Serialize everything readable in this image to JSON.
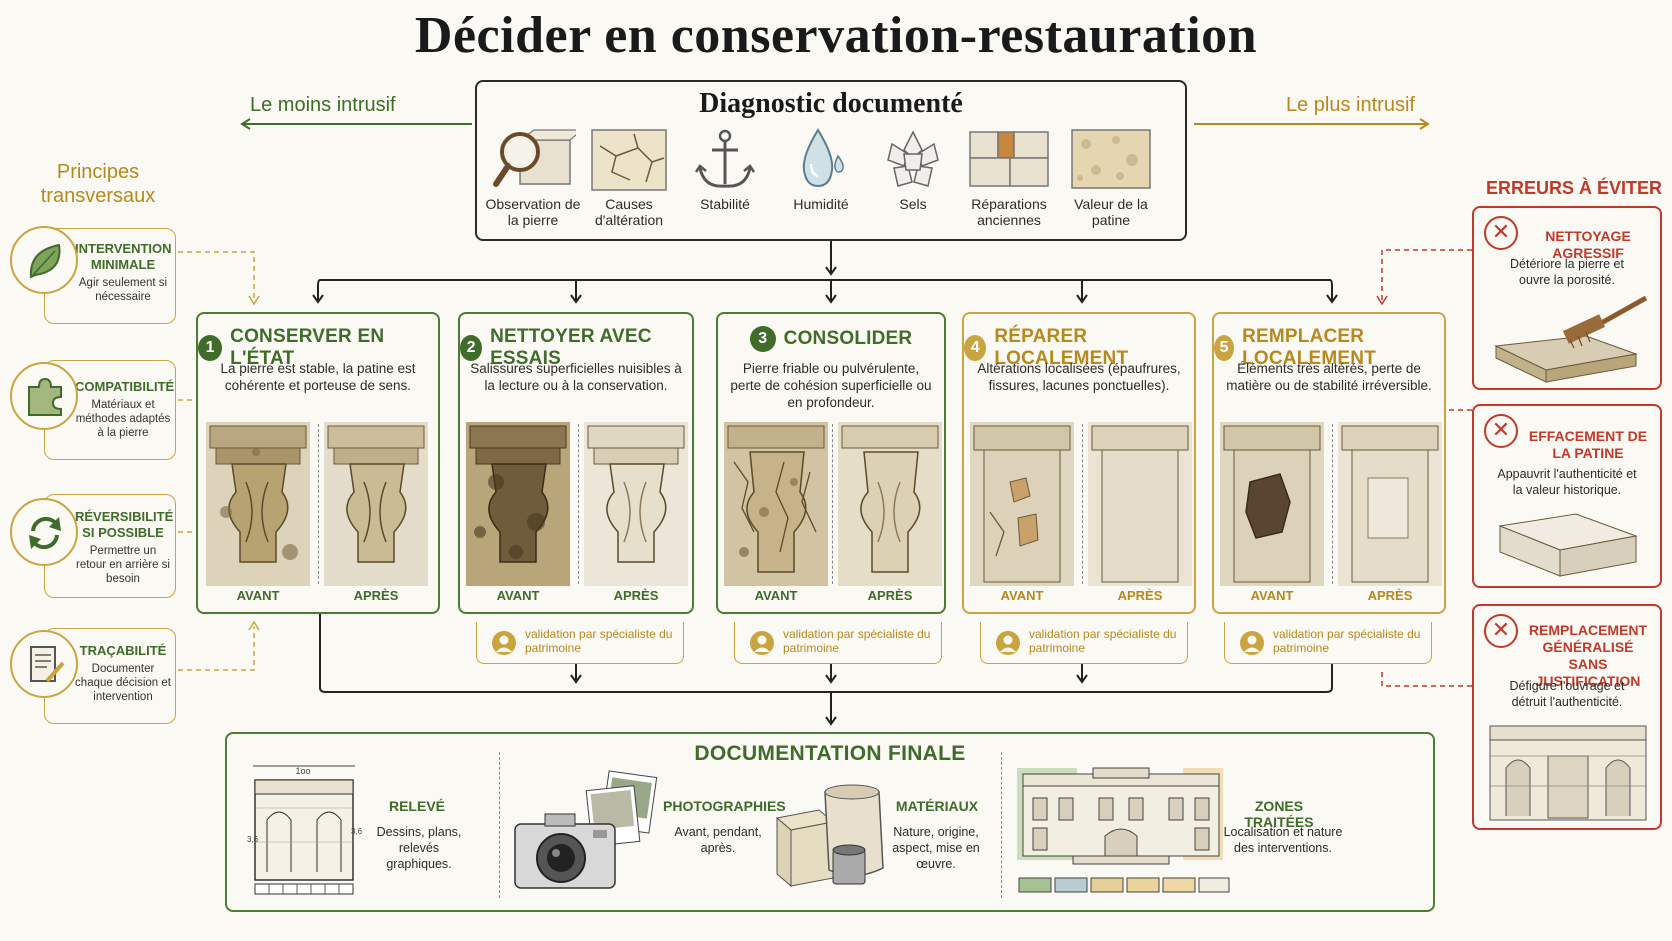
{
  "title": "Décider en conservation-restauration",
  "direction": {
    "left": "Le moins intrusif",
    "right": "Le plus intrusif"
  },
  "diagnostic": {
    "title": "Diagnostic documenté",
    "items": [
      {
        "icon": "magnifier-stone-icon",
        "label": "Observation de la pierre"
      },
      {
        "icon": "cracked-stone-icon",
        "label": "Causes d'altération"
      },
      {
        "icon": "anchor-icon",
        "label": "Stabilité"
      },
      {
        "icon": "water-drop-icon",
        "label": "Humidité"
      },
      {
        "icon": "salt-crystal-icon",
        "label": "Sels"
      },
      {
        "icon": "repaired-wall-icon",
        "label": "Réparations anciennes"
      },
      {
        "icon": "patina-stone-icon",
        "label": "Valeur de la patine"
      }
    ]
  },
  "principles": {
    "heading": "Principes transversaux",
    "items": [
      {
        "icon": "leaf-icon",
        "title": "INTERVENTION MINIMALE",
        "desc": "Agir seulement si nécessaire"
      },
      {
        "icon": "puzzle-icon",
        "title": "COMPATIBILITÉ",
        "desc": "Matériaux et méthodes adaptés à la pierre"
      },
      {
        "icon": "cycle-arrows-icon",
        "title": "RÉVERSIBILITÉ SI POSSIBLE",
        "desc": "Permettre un retour en arrière si besoin"
      },
      {
        "icon": "document-pen-icon",
        "title": "TRAÇABILITÉ",
        "desc": "Documenter chaque décision et intervention"
      }
    ]
  },
  "steps": [
    {
      "number": "1",
      "title": "CONSERVER EN L'ÉTAT",
      "desc": "La pierre est stable, la patine est cohérente et porteuse de sens.",
      "before": "AVANT",
      "after": "APRÈS"
    },
    {
      "number": "2",
      "title": "NETTOYER AVEC ESSAIS",
      "desc": "Salissures superficielles nuisibles à la lecture ou à la conservation.",
      "before": "AVANT",
      "after": "APRÈS"
    },
    {
      "number": "3",
      "title": "CONSOLIDER",
      "desc": "Pierre friable ou pulvérulente, perte de cohésion superficielle ou en profondeur.",
      "before": "AVANT",
      "after": "APRÈS"
    },
    {
      "number": "4",
      "title": "RÉPARER LOCALEMENT",
      "desc": "Altérations localisées (épaufrures, fissures, lacunes ponctuelles).",
      "before": "AVANT",
      "after": "APRÈS"
    },
    {
      "number": "5",
      "title": "REMPLACER LOCALEMENT",
      "desc": "Éléments très altérés, perte de matière ou de stabilité irréversible.",
      "before": "AVANT",
      "after": "APRÈS"
    }
  ],
  "validation": "validation par spécialiste du patrimoine",
  "errors": {
    "heading": "ERREURS À ÉVITER",
    "items": [
      {
        "title": "NETTOYAGE AGRESSIF",
        "desc": "Détériore la pierre et ouvre la porosité."
      },
      {
        "title": "EFFACEMENT DE LA PATINE",
        "desc": "Appauvrit l'authenticité et la valeur historique."
      },
      {
        "title": "REMPLACEMENT GÉNÉRALISÉ SANS JUSTIFICATION",
        "desc": "Défigure l'ouvrage et détruit l'authenticité."
      }
    ]
  },
  "final": {
    "title": "DOCUMENTATION FINALE",
    "items": [
      {
        "title": "RELEVÉ",
        "desc": "Dessins, plans, relevés graphiques."
      },
      {
        "title": "PHOTOGRAPHIES",
        "desc": "Avant, pendant, après."
      },
      {
        "title": "MATÉRIAUX",
        "desc": "Nature, origine, aspect, mise en œuvre."
      },
      {
        "title": "ZONES TRAITÉES",
        "desc": "Localisation et nature des interventions."
      }
    ],
    "drawing_dims": {
      "top": "1oo",
      "left": "3,6",
      "right": "3,6"
    }
  },
  "colors": {
    "green": "#3f6b2b",
    "gold": "#b7881d",
    "red": "#c0392b",
    "ink": "#2b2b2b",
    "paper": "#fbf9f3"
  }
}
